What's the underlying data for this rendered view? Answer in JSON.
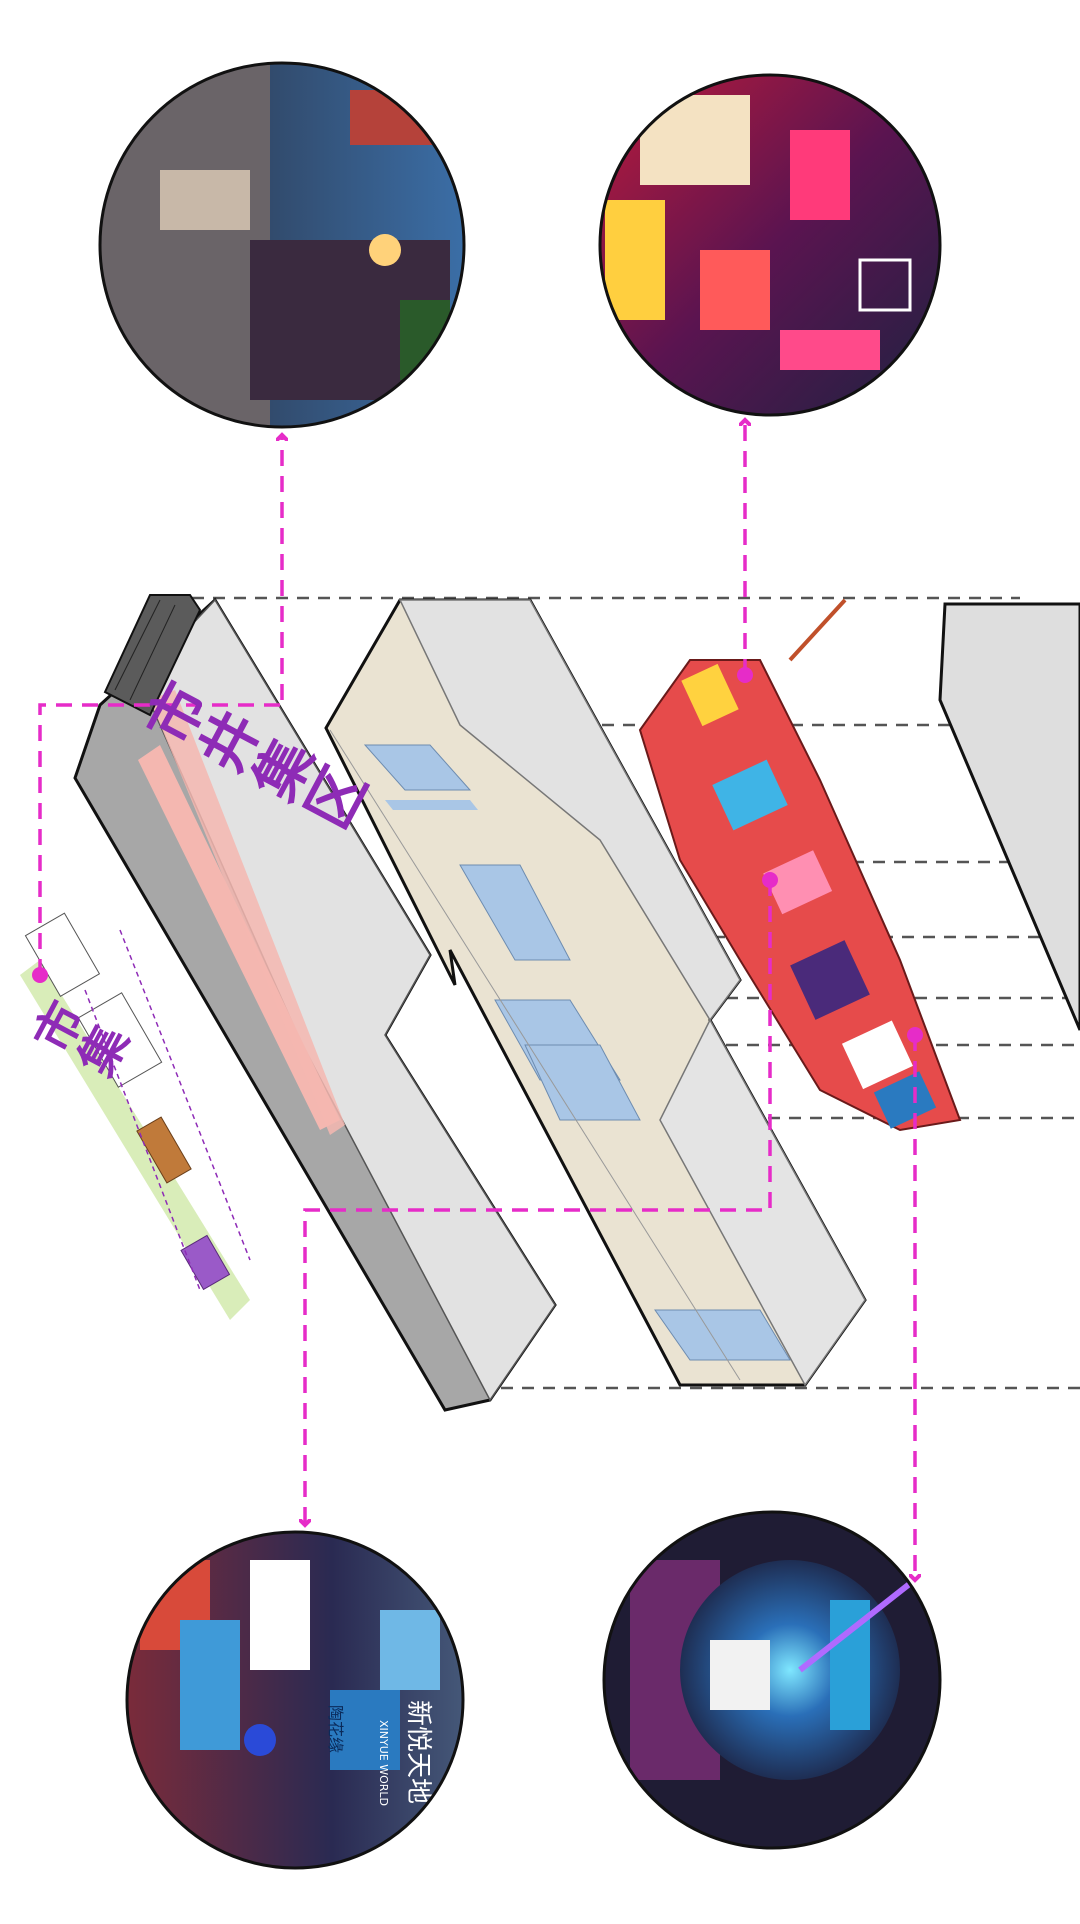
{
  "diagram": {
    "labels": {
      "main_zone": "市井集区",
      "market": "市集"
    },
    "photo_circles": [
      {
        "name": "photo-street-evening",
        "tone": "#4a3f4f"
      },
      {
        "name": "photo-neon-signs",
        "tone": "#9b2337"
      },
      {
        "name": "photo-mall-facade",
        "tone": "#3a2f55"
      },
      {
        "name": "photo-night-gate",
        "tone": "#26304a"
      }
    ],
    "photo_signage": {
      "mall_brand_cn": "新悦天地",
      "mall_brand_en": "XINYUE WORLD",
      "mall_shop": "陶花缘"
    },
    "colors": {
      "accent_dashed": "#e62cc8",
      "guide_dashed": "#555555",
      "volume_grey": "#dcdcdc",
      "volume_cream": "#eae3d2",
      "glass_blue": "#a9c6e6",
      "facade_pink": "#f4b7b0",
      "label_purple": "#8e2bb6"
    }
  }
}
